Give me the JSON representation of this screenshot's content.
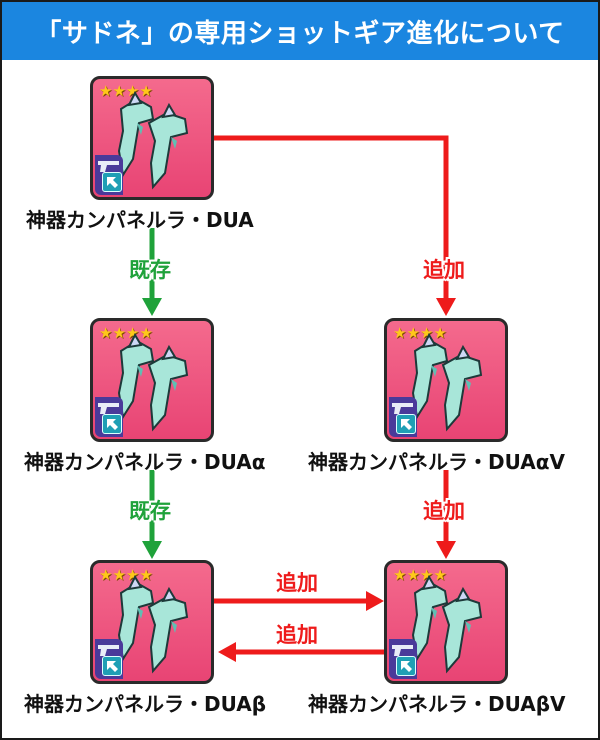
{
  "title": "「サドネ」の専用ショットギア進化について",
  "colors": {
    "header": "#1b86e0",
    "existing": "#1fa23a",
    "added": "#ee1b1b",
    "card": "#ee5580"
  },
  "card_rarity": "★★★★",
  "nodes": {
    "dua": {
      "label": "神器カンパネルラ・DUA"
    },
    "dua_alpha": {
      "label": "神器カンパネルラ・DUAα"
    },
    "dua_alpha_v": {
      "label": "神器カンパネルラ・DUAαV"
    },
    "dua_beta": {
      "label": "神器カンパネルラ・DUAβ"
    },
    "dua_beta_v": {
      "label": "神器カンパネルラ・DUAβV"
    }
  },
  "edges": {
    "dua_to_alpha": "既存",
    "alpha_to_beta": "既存",
    "dua_to_alpha_v": "追加",
    "alpha_v_to_beta_v": "追加",
    "beta_to_beta_v": "追加",
    "beta_v_to_beta": "追加"
  }
}
